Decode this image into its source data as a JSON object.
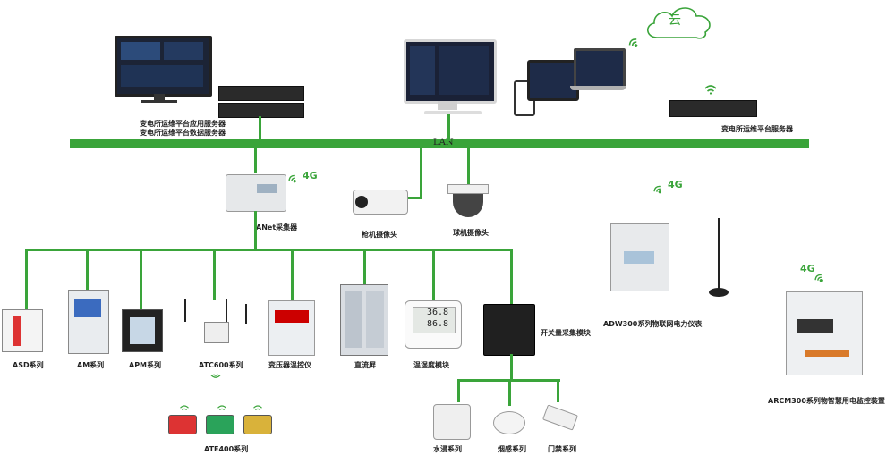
{
  "lan": {
    "label": "LAN"
  },
  "cloud": {
    "label": "云"
  },
  "colors": {
    "line": "#3aa43a",
    "wifi": "#3aa43a"
  },
  "servers": {
    "app_db": [
      "变电所运维平台应用服务器",
      "变电所运维平台数据服务器"
    ],
    "platform": "变电所运维平台服务器"
  },
  "collector": {
    "label": "ANet采集器",
    "signal": "4G"
  },
  "cameras": {
    "bullet": "枪机摄像头",
    "dome": "球机摄像头"
  },
  "devices": [
    {
      "label": "ASD系列"
    },
    {
      "label": "AM系列"
    },
    {
      "label": "APM系列"
    },
    {
      "label": "ATC600系列"
    },
    {
      "label": "变压器温控仪"
    },
    {
      "label": "直流屏"
    },
    {
      "label": "温湿度模块"
    }
  ],
  "switch_module": {
    "label": "开关量采集模块"
  },
  "sensors": [
    {
      "label": "水浸系列"
    },
    {
      "label": "烟感系列"
    },
    {
      "label": "门禁系列"
    }
  ],
  "ate400": {
    "label": "ATE400系列"
  },
  "adw300": {
    "label": "ADW300系列物联网电力仪表",
    "signal": "4G"
  },
  "arcm300": {
    "label": "ARCM300系列物智慧用电监控装置",
    "signal": "4G"
  },
  "temp_display": {
    "line1": "36.8",
    "line2": "86.8"
  }
}
